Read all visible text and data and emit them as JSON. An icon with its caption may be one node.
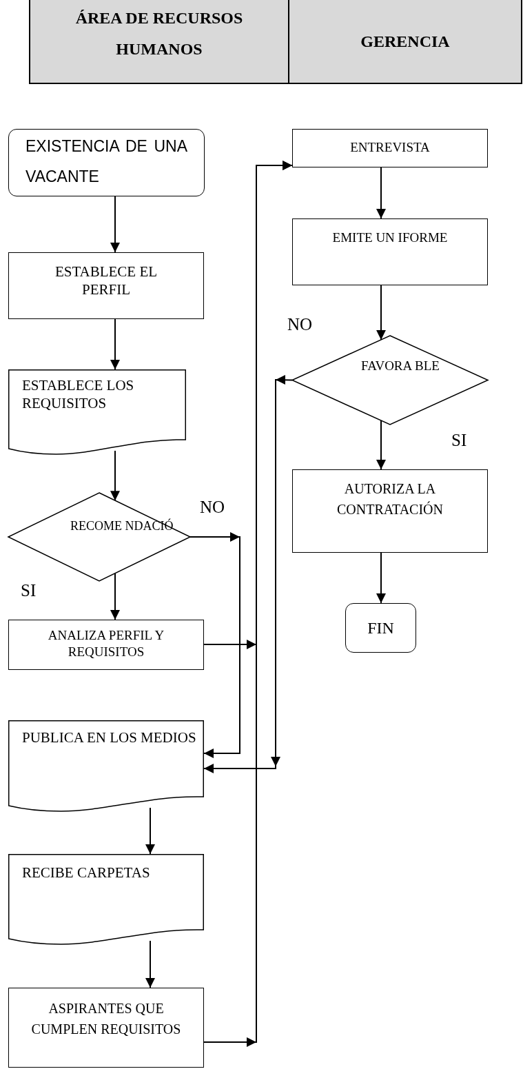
{
  "diagram": {
    "nodes": [
      {
        "text": [
          "ÁREA DE RECURSOS HUMANOS"
        ]
      },
      {
        "text": [
          "GERENCIA"
        ]
      },
      {
        "text": [
          "EXISTENCIA DE UNA VACANTE"
        ]
      },
      {
        "text": [
          "ESTABLECE EL PERFIL"
        ]
      },
      {
        "text": [
          "ESTABLECE LOS REQUISITOS"
        ]
      },
      {
        "text": [
          "RECOME NDACIÓ"
        ]
      },
      {
        "text": [
          "ANALIZA PERFIL Y REQUISITOS"
        ]
      },
      {
        "text": [
          "PUBLICA EN LOS MEDIOS"
        ]
      },
      {
        "text": [
          "RECIBE CARPETAS"
        ]
      },
      {
        "text": [
          "ASPIRANTES QUE CUMPLEN REQUISITOS"
        ]
      },
      {
        "text": [
          "ENTREVISTA"
        ]
      },
      {
        "text": [
          "EMITE UN IFORME"
        ]
      },
      {
        "text": [
          "FAVORA BLE"
        ]
      },
      {
        "text": [
          "AUTORIZA LA CONTRATACIÓN"
        ]
      },
      {
        "text": [
          "FIN"
        ]
      }
    ],
    "edges": [
      {
        "from": 2,
        "to": 3,
        "arrow": "to"
      },
      {
        "from": 3,
        "to": 4,
        "arrow": "to"
      },
      {
        "from": 4,
        "to": 5,
        "arrow": "to"
      },
      {
        "from": 5,
        "to": 6,
        "arrow": "to",
        "label": "SI"
      },
      {
        "from": 5,
        "to": 7,
        "arrow": "to",
        "label": "NO"
      },
      {
        "from": 6,
        "to": 10,
        "arrow": "to"
      },
      {
        "from": 7,
        "to": 8,
        "arrow": "to"
      },
      {
        "from": 8,
        "to": 9,
        "arrow": "to"
      },
      {
        "from": 9,
        "to": 10,
        "arrow": "to"
      },
      {
        "from": 10,
        "to": 11,
        "arrow": "to"
      },
      {
        "from": 11,
        "to": 12,
        "arrow": "to"
      },
      {
        "from": 12,
        "to": 7,
        "arrow": "to",
        "label": "NO"
      },
      {
        "from": 12,
        "to": 13,
        "arrow": "to",
        "label": "SI"
      },
      {
        "from": 13,
        "to": 14,
        "arrow": "to"
      }
    ]
  }
}
